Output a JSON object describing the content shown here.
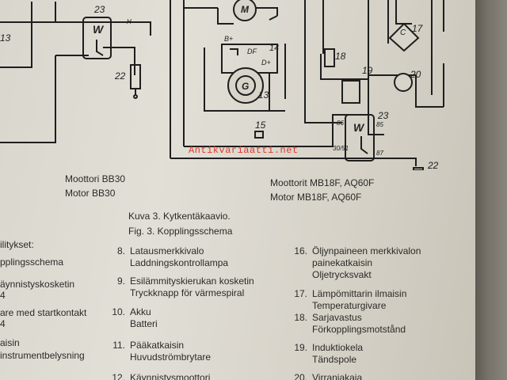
{
  "diagram": {
    "labels": {
      "n23a": "23",
      "n13a": "13",
      "n22a": "22",
      "n14": "14",
      "n13b": "13",
      "n15": "15",
      "n17": "17",
      "n18": "18",
      "n19": "19",
      "n20": "20",
      "n23b": "23",
      "n22b": "22",
      "M": "M",
      "G": "G",
      "W1": "W",
      "W2": "W",
      "C": "C",
      "t85": "85",
      "t86": "86",
      "t87": "87",
      "t3061": "30/51",
      "tH": "H",
      "tBplus": "B+",
      "tDF": "DF",
      "tDplus": "D+"
    }
  },
  "watermark": "Antikvariaatti.net",
  "captions": {
    "left_fi": "Moottori BB30",
    "left_sv": "Motor BB30",
    "right_fi": "Moottorit MB18F, AQ60F",
    "right_sv": "Motor MB18F, AQ60F",
    "figure_fi": "Kuva 3. Kytkentäkaavio.",
    "figure_sv": "Fig.   3. Kopplingsschema"
  },
  "legend_left_fragments": [
    "ilitykset:",
    "pplingsschema",
    "äynnistyskosketin",
    "4",
    "are med startkontakt",
    "4",
    "aisin",
    "instrumentbelysning"
  ],
  "items": [
    {
      "num": "8.",
      "fi": "Latausmerkkivalo",
      "sv": "Laddningskontrollampa"
    },
    {
      "num": "9.",
      "fi": "Esilämmityskierukan kosketin",
      "sv": "Tryckknapp för värmespiral"
    },
    {
      "num": "10.",
      "fi": "Akku",
      "sv": "Batteri"
    },
    {
      "num": "11.",
      "fi": "Pääkatkaisin",
      "sv": "Huvudströmbrytare"
    },
    {
      "num": "12.",
      "fi": "Käynnistysmoottori",
      "sv": ""
    },
    {
      "num": "16.",
      "fi": "Öljynpaineen merkkivalon painekatkaisin",
      "sv": "Oljetrycksvakt"
    },
    {
      "num": "17.",
      "fi": "Lämpömittarin ilmaisin",
      "sv": "Temperaturgivare"
    },
    {
      "num": "18.",
      "fi": "Sarjavastus",
      "sv": "Förkopplingsmotstånd"
    },
    {
      "num": "19.",
      "fi": "Induktiokela",
      "sv": "Tändspole"
    },
    {
      "num": "20.",
      "fi": "Virranjakaja",
      "sv": ""
    }
  ]
}
